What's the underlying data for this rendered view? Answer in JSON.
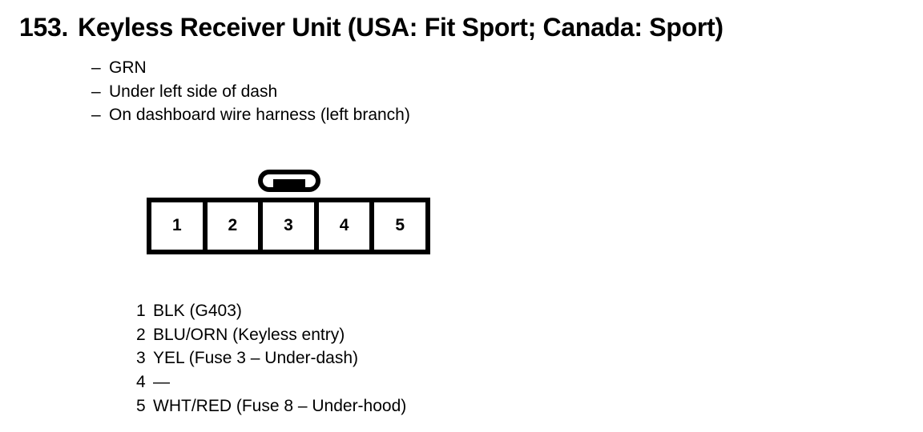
{
  "title": {
    "number": "153.",
    "text": "Keyless Receiver Unit (USA: Fit Sport; Canada: Sport)"
  },
  "description": {
    "dash": "–",
    "lines": [
      {
        "text": "GRN"
      },
      {
        "text": "Under left side of dash"
      },
      {
        "text": "On dashboard wire harness (left branch)"
      }
    ]
  },
  "connector": {
    "cavities": [
      {
        "number": "1"
      },
      {
        "number": "2"
      },
      {
        "number": "3"
      },
      {
        "number": "4"
      },
      {
        "number": "5"
      }
    ]
  },
  "pin_legend": [
    {
      "number": "1",
      "label": "BLK (G403)"
    },
    {
      "number": "2",
      "label": "BLU/ORN (Keyless entry)"
    },
    {
      "number": "3",
      "label": "YEL (Fuse 3 – Under-dash)"
    },
    {
      "number": "4",
      "label": "—"
    },
    {
      "number": "5",
      "label": "WHT/RED (Fuse 8 – Under-hood)"
    }
  ],
  "colors": {
    "ink": "#000000",
    "background": "#ffffff"
  }
}
